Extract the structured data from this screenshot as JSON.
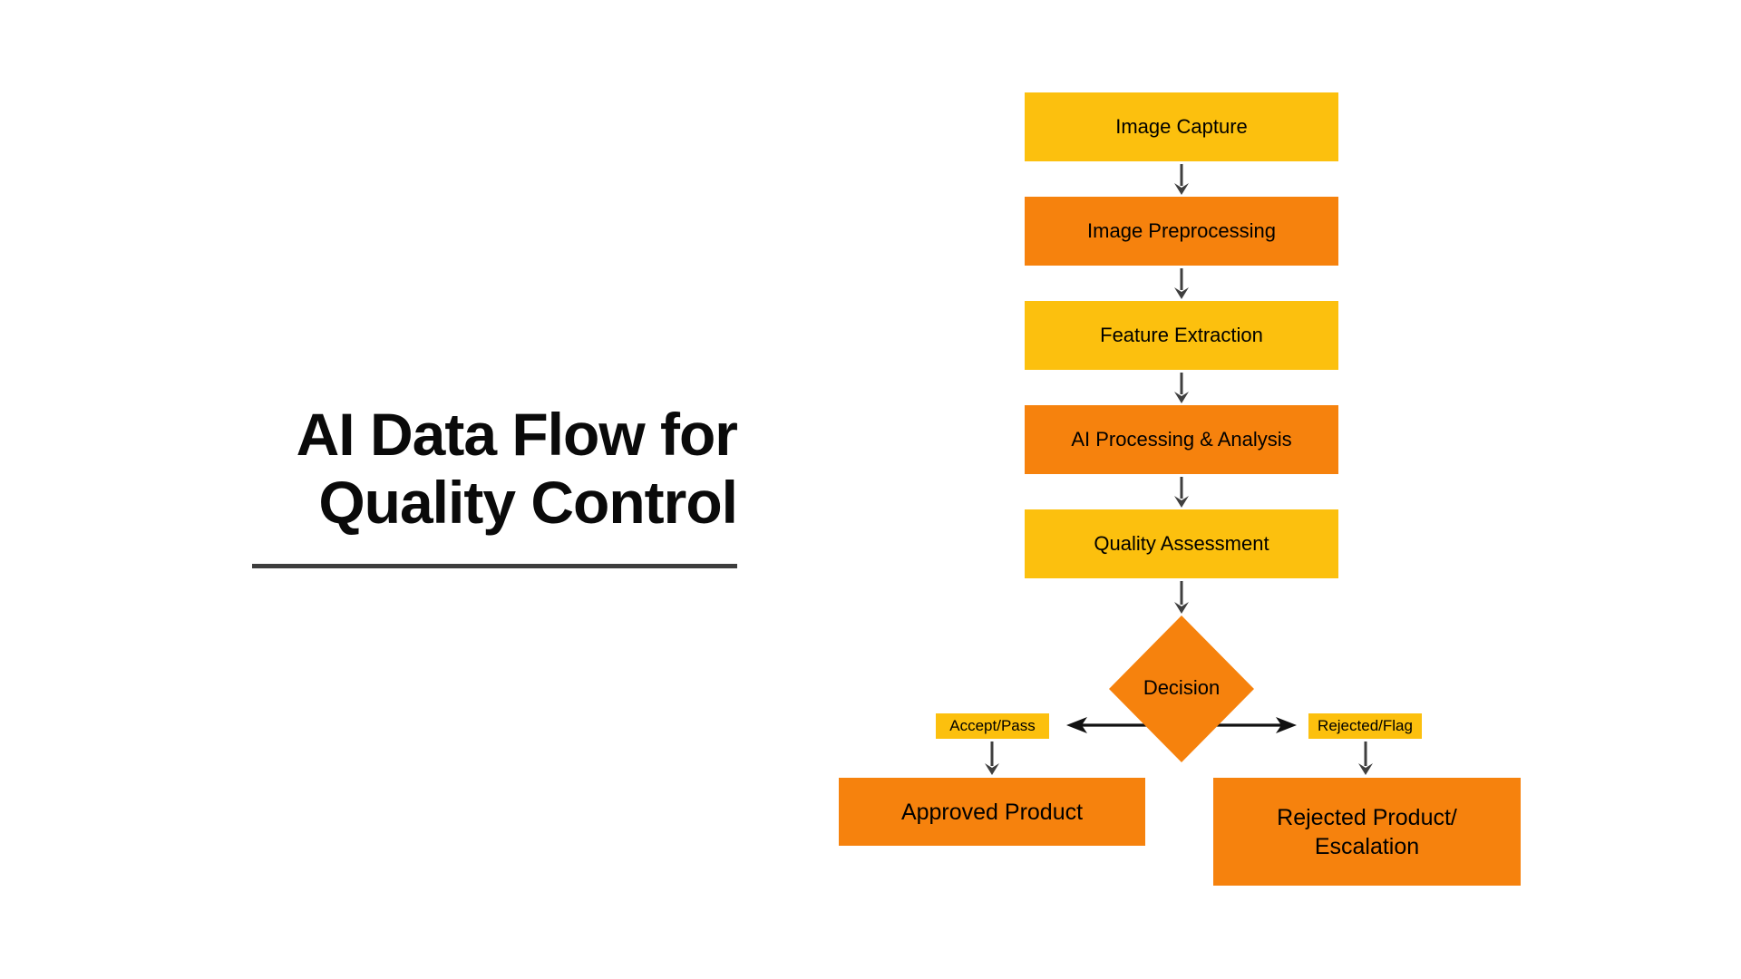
{
  "title": {
    "line1": "AI Data Flow for",
    "line2": "Quality Control"
  },
  "flow": {
    "steps": [
      {
        "label": "Image Capture",
        "tone": "yellow"
      },
      {
        "label": "Image Preprocessing",
        "tone": "orange"
      },
      {
        "label": "Feature Extraction",
        "tone": "yellow"
      },
      {
        "label": "AI Processing & Analysis",
        "tone": "orange"
      },
      {
        "label": "Quality Assessment",
        "tone": "yellow"
      }
    ],
    "decision": {
      "label": "Decision",
      "shape": "diamond",
      "tone": "orange"
    },
    "branches": [
      {
        "tag": "Accept/Pass",
        "result_lines": [
          "Approved Product"
        ]
      },
      {
        "tag": "Rejected/Flag",
        "result_lines": [
          "Rejected Product/",
          "Escalation"
        ]
      }
    ]
  },
  "colors": {
    "step_yellow": "#FCC00E",
    "step_orange": "#F6820D",
    "connector_arrow": "#3F3F3F",
    "branch_arrow": "#111111",
    "title_text": "#0A0A0A",
    "title_underline": "#3D3D3D",
    "node_text": "#000000",
    "background": "#FFFFFF"
  }
}
